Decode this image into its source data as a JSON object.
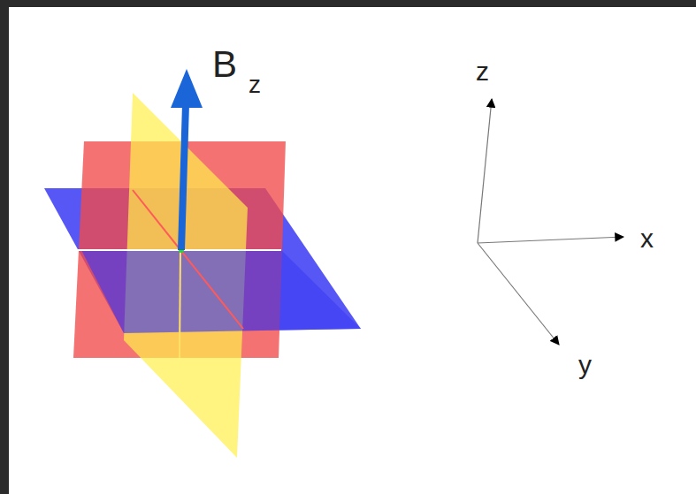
{
  "diagram": {
    "labels": [
      "B",
      "z",
      "z",
      "x",
      "y"
    ]
  }
}
